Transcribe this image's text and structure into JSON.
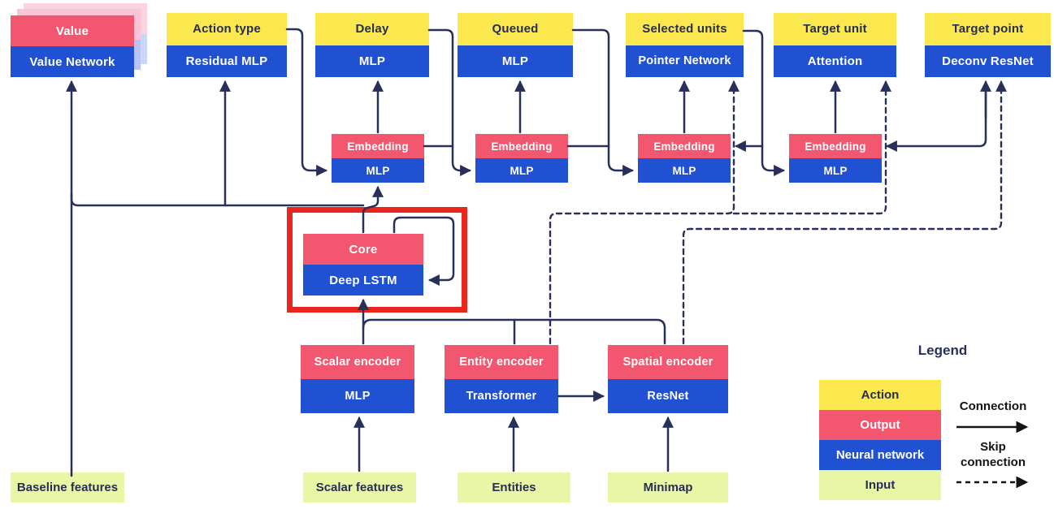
{
  "diagram": {
    "value_head": {
      "output": "Value",
      "network": "Value Network"
    },
    "heads": [
      {
        "action": "Action type",
        "network": "Residual MLP"
      },
      {
        "action": "Delay",
        "network": "MLP"
      },
      {
        "action": "Queued",
        "network": "MLP"
      },
      {
        "action": "Selected units",
        "network": "Pointer Network"
      },
      {
        "action": "Target unit",
        "network": "Attention"
      },
      {
        "action": "Target point",
        "network": "Deconv ResNet"
      }
    ],
    "embeddings": [
      {
        "output": "Embedding",
        "network": "MLP"
      },
      {
        "output": "Embedding",
        "network": "MLP"
      },
      {
        "output": "Embedding",
        "network": "MLP"
      },
      {
        "output": "Embedding",
        "network": "MLP"
      }
    ],
    "core": {
      "output": "Core",
      "network": "Deep LSTM"
    },
    "encoders": [
      {
        "output": "Scalar encoder",
        "network": "MLP"
      },
      {
        "output": "Entity encoder",
        "network": "Transformer"
      },
      {
        "output": "Spatial encoder",
        "network": "ResNet"
      }
    ],
    "inputs": [
      "Baseline features",
      "Scalar features",
      "Entities",
      "Minimap"
    ]
  },
  "legend": {
    "title": "Legend",
    "rows": [
      {
        "label": "Action"
      },
      {
        "label": "Output"
      },
      {
        "label": "Neural network"
      },
      {
        "label": "Input"
      }
    ],
    "connection_label": "Connection",
    "skip_label_line1": "Skip",
    "skip_label_line2": "connection"
  },
  "colors": {
    "action_yellow": "#fbe74e",
    "output_pink": "#f3566f",
    "network_blue": "#2051d3",
    "input_green": "#e9f6a6",
    "line_navy": "#28305a",
    "highlight_red": "#e9261d",
    "ghost_pink": "#f9c4d7",
    "ghost_blue": "#b7c4f4"
  }
}
